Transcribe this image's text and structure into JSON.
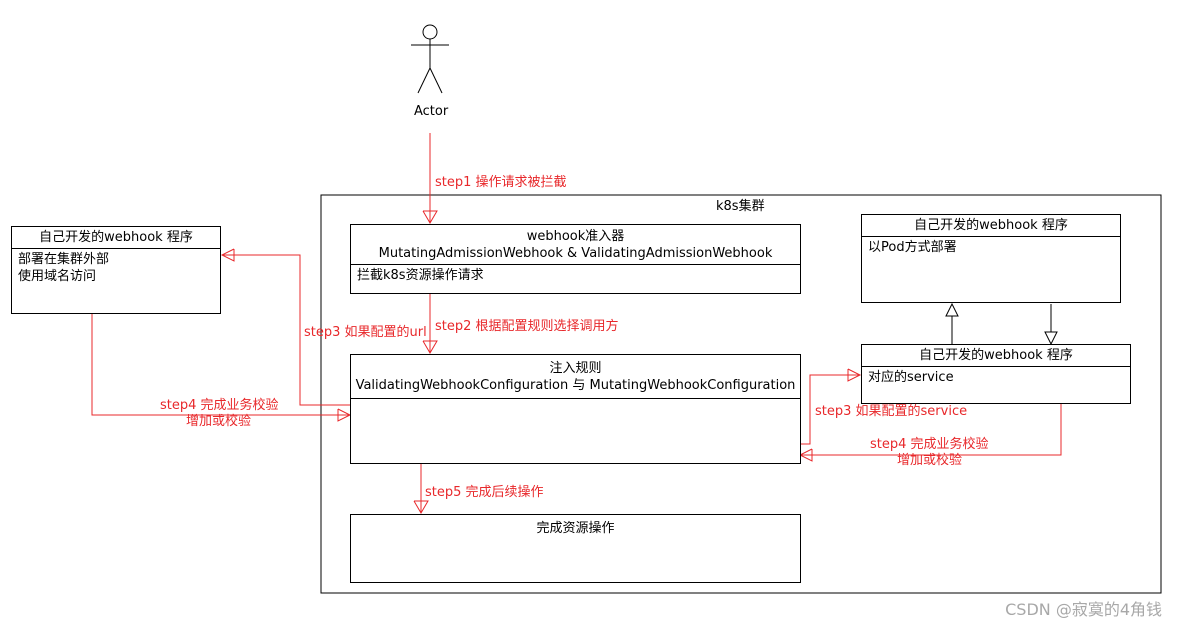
{
  "actor": {
    "label": "Actor"
  },
  "cluster": {
    "title": "k8s集群"
  },
  "external_webhook": {
    "title": "自己开发的webhook 程序",
    "lines": [
      "部署在集群外部",
      "使用域名访问"
    ]
  },
  "admission": {
    "title_line1": "webhook准入器",
    "title_line2": "MutatingAdmissionWebhook & ValidatingAdmissionWebhook",
    "body": "拦截k8s资源操作请求"
  },
  "inject_rules": {
    "title_line1": "注入规则",
    "title_line2": "ValidatingWebhookConfiguration 与 MutatingWebhookConfiguration"
  },
  "complete": {
    "title": "完成资源操作"
  },
  "pod_webhook": {
    "title": "自己开发的webhook 程序",
    "body": "以Pod方式部署"
  },
  "service_webhook": {
    "title": "自己开发的webhook 程序",
    "body": "对应的service"
  },
  "steps": {
    "step1": "step1 操作请求被拦截",
    "step2": "step2 根据配置规则选择调用方",
    "step3_url": "step3 如果配置的url",
    "step4_left_line1": "step4 完成业务校验",
    "step4_left_line2": "增加或校验",
    "step3_service": "step3 如果配置的service",
    "step4_right_line1": "step4 完成业务校验",
    "step4_right_line2": "增加或校验",
    "step5": "step5 完成后续操作"
  },
  "watermark": "CSDN @寂寞的4角钱",
  "colors": {
    "arrow": "#e8282b",
    "line": "#000000"
  }
}
